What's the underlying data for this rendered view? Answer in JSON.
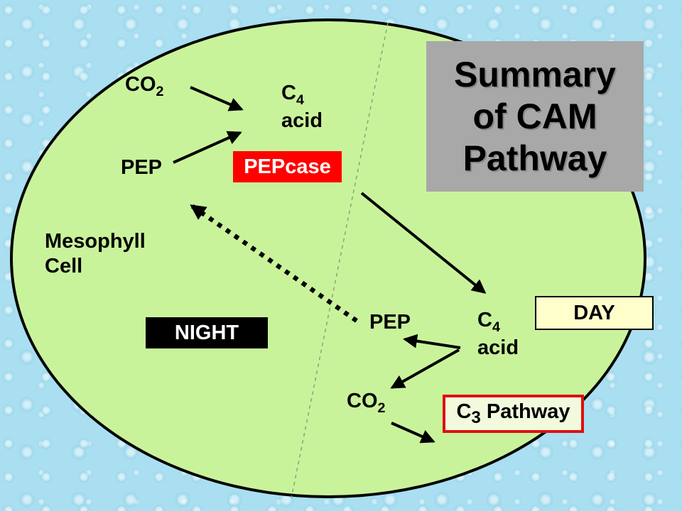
{
  "slide": {
    "title_lines": [
      "Summary",
      "of CAM",
      "Pathway"
    ]
  },
  "cell": {
    "name_lines": [
      "Mesophyll",
      "Cell"
    ]
  },
  "phases": {
    "night_label": "NIGHT",
    "day_label": "DAY"
  },
  "night_side": {
    "co2_base": "CO",
    "co2_sub": "2",
    "pep": "PEP",
    "c4_base": "C",
    "c4_sub": "4",
    "c4_acid_word": "acid",
    "enzyme": "PEPcase"
  },
  "day_side": {
    "pep": "PEP",
    "c4_base": "C",
    "c4_sub": "4",
    "c4_acid_word": "acid",
    "co2_base": "CO",
    "co2_sub": "2",
    "c3_base": "C",
    "c3_sub": "3",
    "c3_word": " Pathway"
  },
  "colors": {
    "background_blue": "#a9dff0",
    "cell_green": "#c9f39b",
    "enzyme_red": "#ff0000",
    "night_black": "#000000",
    "day_yellow": "#ffffcc",
    "c3_border_red": "#dd1111",
    "title_gray": "#a8a8a8",
    "arrow_black": "#000000"
  }
}
